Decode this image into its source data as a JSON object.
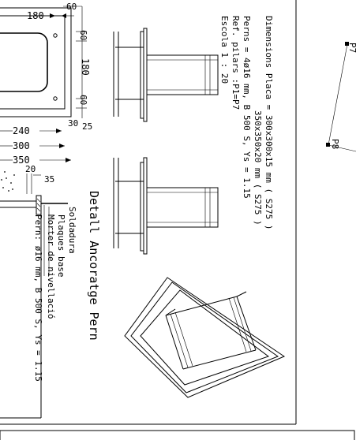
{
  "drawing": {
    "spec_lines": [
      "Dimensions Placa = 300x300x15 mm ( S275 )",
      "350x350x20 mm ( S275 )",
      "Perns = 4ø16 mm, B 500 S, Ys = 1.15",
      "Ref. pilars :P1=P7",
      "Escola 1 : 20"
    ],
    "title": "Detall Ancoratge Pern",
    "labels": {
      "weld": "Soldadura",
      "plates": "Plaques base",
      "mortar": "Morter de nivellació",
      "bolt": "Pern: ø16 mm, B 500 S, Ys = 1.15"
    },
    "dimensions": {
      "d180_top": "180",
      "d60_top": "60",
      "d60_a": "60",
      "d180_side": "180",
      "d60_b": "60",
      "d240": "240",
      "d30": "30",
      "d25": "25",
      "d300": "300",
      "d350": "350",
      "d20": "20",
      "d35": "35"
    },
    "pillars": [
      "P7",
      "P8"
    ]
  }
}
